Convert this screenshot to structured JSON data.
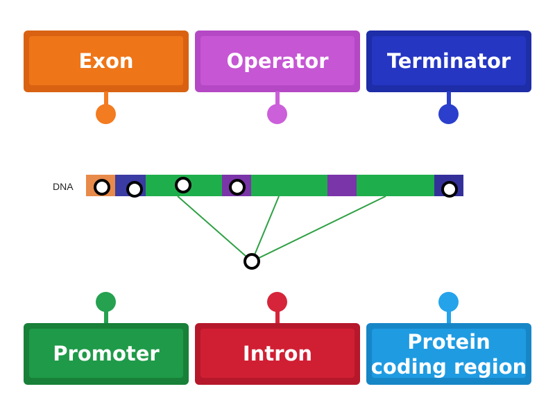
{
  "tiles": {
    "exon": {
      "label": "Exon",
      "color": "#f37b20",
      "face": "#ee7518",
      "edge": "#d96212"
    },
    "operator": {
      "label": "Operator",
      "color": "#cc5fda",
      "face": "#c656d4",
      "edge": "#b548c4"
    },
    "terminator": {
      "label": "Terminator",
      "color": "#2b3fcc",
      "face": "#2536c2",
      "edge": "#1e2da8"
    },
    "promoter": {
      "label": "Promoter",
      "color": "#25a150",
      "face": "#1f9a48",
      "edge": "#188038"
    },
    "intron": {
      "label": "Intron",
      "color": "#d6253a",
      "face": "#d01f33",
      "edge": "#b5182a"
    },
    "protein_coding": {
      "label": "Protein coding region",
      "line1": "Protein",
      "line2": "coding region",
      "color": "#24a3ea",
      "face": "#1f9be2",
      "edge": "#1786c7"
    }
  },
  "diagram": {
    "dna_label": "DNA",
    "segment_colors": {
      "promoter": "#e88a4a",
      "operator": "#3a3ba3",
      "exon": "#1fae4c",
      "intron": "#7a35a8",
      "terminator": "#34309a"
    },
    "connector_color": "#2ea043",
    "pin_stroke": "#000000"
  }
}
